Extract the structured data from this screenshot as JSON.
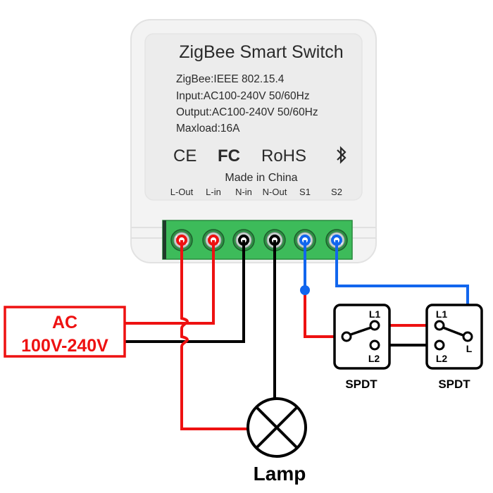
{
  "device": {
    "title": "ZigBee Smart Switch",
    "specs": [
      "ZigBee:IEEE 802.15.4",
      "Input:AC100-240V 50/60Hz",
      "Output:AC100-240V 50/60Hz",
      "Maxload:16A"
    ],
    "certifications": [
      "CE",
      "FC",
      "RoHS",
      "bluetooth-icon"
    ],
    "made_in": "Made in China",
    "terminals": [
      {
        "label": "L-Out",
        "wire_color": "#ee1111"
      },
      {
        "label": "L-in",
        "wire_color": "#ee1111"
      },
      {
        "label": "N-in",
        "wire_color": "#000000"
      },
      {
        "label": "N-Out",
        "wire_color": "#000000"
      },
      {
        "label": "S1",
        "wire_color": "#1166ee"
      },
      {
        "label": "S2",
        "wire_color": "#1166ee"
      }
    ],
    "terminal_block_color": "#3dbb5a"
  },
  "source": {
    "line1": "AC",
    "line2": "100V-240V",
    "color": "#ee1111"
  },
  "switches": [
    {
      "type": "SPDT",
      "terminals": [
        "L1",
        "L2"
      ],
      "common": ""
    },
    {
      "type": "SPDT",
      "terminals": [
        "L1",
        "L2"
      ],
      "common": "L"
    }
  ],
  "lamp": {
    "label": "Lamp"
  },
  "colors": {
    "live": "#ee1111",
    "neutral": "#000000",
    "switch_signal": "#1166ee"
  }
}
